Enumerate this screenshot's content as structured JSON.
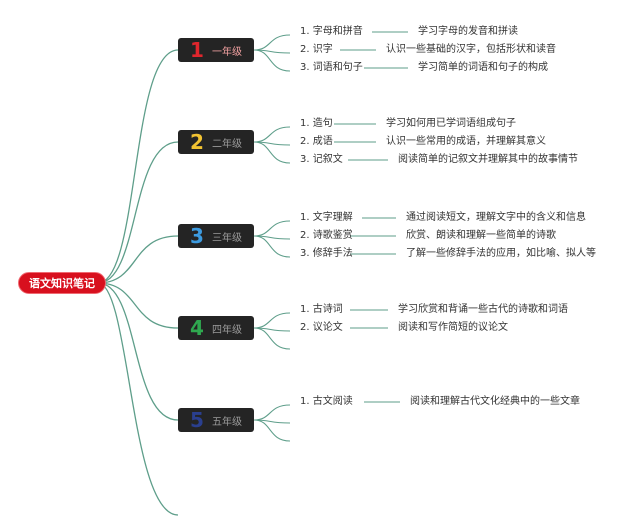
{
  "root": {
    "label": "语文知识笔记",
    "color": "#d8101e"
  },
  "branch_color": "#5e9e8a",
  "grades": [
    {
      "number": "1",
      "label": "一年级",
      "number_color": "#e0262d",
      "label_color": "#f0a0a0",
      "topics": [
        {
          "label": "1. 字母和拼音",
          "desc": "学习字母的发音和拼读"
        },
        {
          "label": "2. 识字",
          "desc": "认识一些基础的汉字，包括形状和读音"
        },
        {
          "label": "3. 词语和句子",
          "desc": "学习简单的词语和句子的构成"
        }
      ]
    },
    {
      "number": "2",
      "label": "二年级",
      "number_color": "#f1c232",
      "label_color": "#9a9a9a",
      "topics": [
        {
          "label": "1. 造句",
          "desc": "学习如何用已学词语组成句子"
        },
        {
          "label": "2. 成语",
          "desc": "认识一些常用的成语，并理解其意义"
        },
        {
          "label": "3. 记叙文",
          "desc": "阅读简单的记叙文并理解其中的故事情节"
        }
      ]
    },
    {
      "number": "3",
      "label": "三年级",
      "number_color": "#3d9be0",
      "label_color": "#9a9a9a",
      "topics": [
        {
          "label": "1. 文字理解",
          "desc": "通过阅读短文，理解文字中的含义和信息"
        },
        {
          "label": "2. 诗歌鉴赏",
          "desc": "欣赏、朗读和理解一些简单的诗歌"
        },
        {
          "label": "3. 修辞手法",
          "desc": "了解一些修辞手法的应用，如比喻、拟人等"
        }
      ]
    },
    {
      "number": "4",
      "label": "四年级",
      "number_color": "#2fa84f",
      "label_color": "#9a9a9a",
      "topics": [
        {
          "label": "1. 古诗词",
          "desc": "学习欣赏和背诵一些古代的诗歌和词语"
        },
        {
          "label": "2. 议论文",
          "desc": "阅读和写作简短的议论文"
        }
      ]
    },
    {
      "number": "5",
      "label": "五年级",
      "number_color": "#2a3f8f",
      "label_color": "#9a9a9a",
      "topics": [
        {
          "label": "1. 古文阅读",
          "desc": "阅读和理解古代文化经典中的一些文章"
        }
      ]
    }
  ]
}
